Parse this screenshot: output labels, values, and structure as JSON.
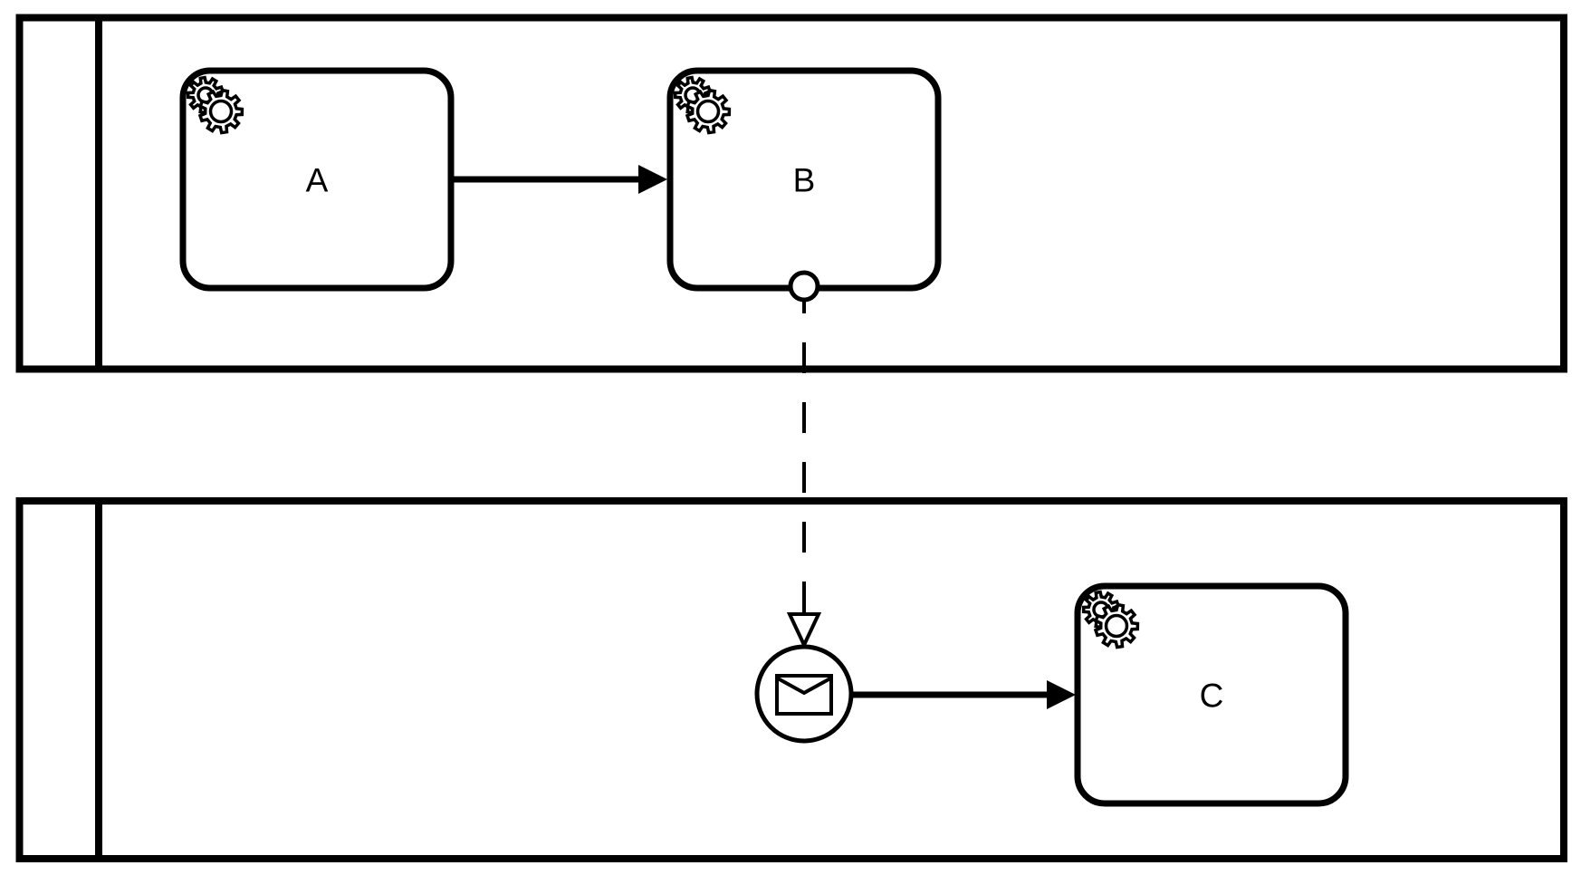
{
  "diagram": {
    "kind": "bpmn-collaboration-diagram",
    "pools": [
      {
        "id": "pool-top",
        "label": ""
      },
      {
        "id": "pool-bottom",
        "label": ""
      }
    ],
    "nodes": [
      {
        "id": "task-a",
        "label": "A",
        "kind": "service-task",
        "icon": "gears-icon",
        "pool": "pool-top"
      },
      {
        "id": "task-b",
        "label": "B",
        "kind": "service-task",
        "icon": "gears-icon",
        "pool": "pool-top"
      },
      {
        "id": "event-message",
        "label": "",
        "kind": "message-start-event",
        "icon": "envelope-icon",
        "pool": "pool-bottom"
      },
      {
        "id": "task-c",
        "label": "C",
        "kind": "service-task",
        "icon": "gears-icon",
        "pool": "pool-bottom"
      }
    ],
    "edges": [
      {
        "id": "flow-a-b",
        "kind": "sequence-flow",
        "from": "task-a",
        "to": "task-b"
      },
      {
        "id": "flow-b-event",
        "kind": "message-flow",
        "from": "task-b",
        "to": "event-message"
      },
      {
        "id": "flow-event-c",
        "kind": "sequence-flow",
        "from": "event-message",
        "to": "task-c"
      }
    ],
    "colors": {
      "stroke": "#000000",
      "fill": "#ffffff"
    }
  }
}
